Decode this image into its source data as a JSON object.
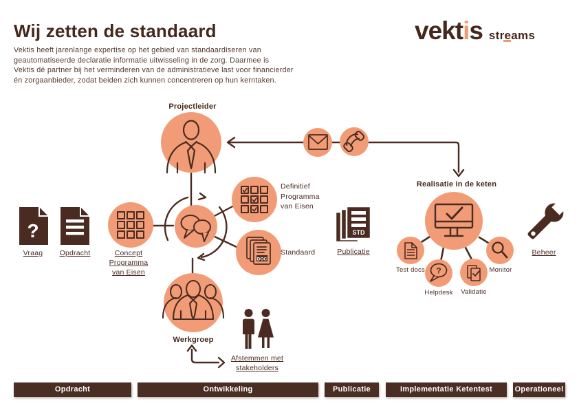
{
  "header": {
    "title": "Wij zetten de standaard",
    "paragraph_lines": [
      "Vektis heeft jarenlange expertise op het gebied van standaardiseren van",
      "geautomatiseerde declaratie informatie uitwisseling in de zorg. Daarmee is",
      "Vektis dé partner bij het verminderen van de administratieve last voor financierder",
      "én zorgaanbieder, zodat beiden zich kunnen concentreren op hun kerntaken."
    ]
  },
  "logo": {
    "word_start": "vekt",
    "word_accent": "i",
    "word_end": "s",
    "suffix": "streams"
  },
  "diagram": {
    "projectleider": "Projectleider",
    "realisatie": "Realisatie in de keten",
    "werkgroep": "Werkgroep",
    "vraag": "Vraag",
    "opdracht": "Opdracht",
    "concept_lines": [
      "Concept",
      "Programma",
      "van Eisen"
    ],
    "definitief_lines": [
      "Definitief",
      "Programma",
      "van Eisen"
    ],
    "standaard": "Standaard",
    "publicatie": "Publicatie",
    "beheer": "Beheer",
    "afstemmen_lines": [
      "Afstemmen met",
      "stakeholders"
    ],
    "sub_labels": {
      "test_docs": "Test docs",
      "helpdesk": "Helpdesk",
      "validatie": "Validatie",
      "monitor": "Monitor"
    },
    "icon_text": {
      "vraag_glyph": "?",
      "helpdesk_glyph": "?",
      "doc": "DOC",
      "std": "STD"
    }
  },
  "phases": [
    {
      "label": "Opdracht"
    },
    {
      "label": "Ontwikkeling"
    },
    {
      "label": "Publicatie"
    },
    {
      "label": "Implementatie Ketentest"
    },
    {
      "label": "Operationeel"
    }
  ],
  "colors": {
    "brown": "#4A2B21",
    "salmon": "#F29C77",
    "bar_brown": "#4A2E24",
    "accent": "#F09A70"
  }
}
